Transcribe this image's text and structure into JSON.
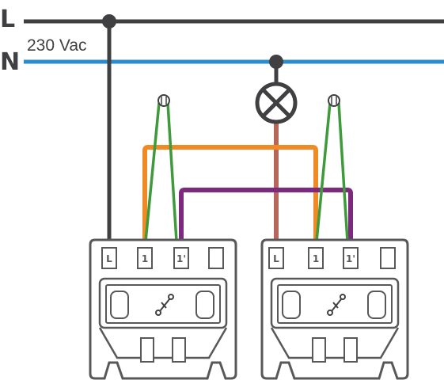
{
  "diagram": {
    "line_label": "L",
    "neutral_label": "N",
    "voltage_label": "230 Vac",
    "switch_left": {
      "terminals": [
        "L",
        "1",
        "1'",
        ""
      ]
    },
    "switch_right": {
      "terminals": [
        "L",
        "1",
        "1'",
        ""
      ]
    }
  },
  "colors": {
    "phase": "#404042",
    "neutral": "#2a8ccc",
    "lamp_return": "#b9665a",
    "traveler_a": "#f08a24",
    "traveler_b": "#7d2a7e",
    "indicator": "#3f9a3c",
    "housing": "#58585a"
  },
  "icons": {
    "lamp": "lamp-cross-icon",
    "indicator": "indicator-light-icon",
    "switch": "switch-contact-icon"
  }
}
